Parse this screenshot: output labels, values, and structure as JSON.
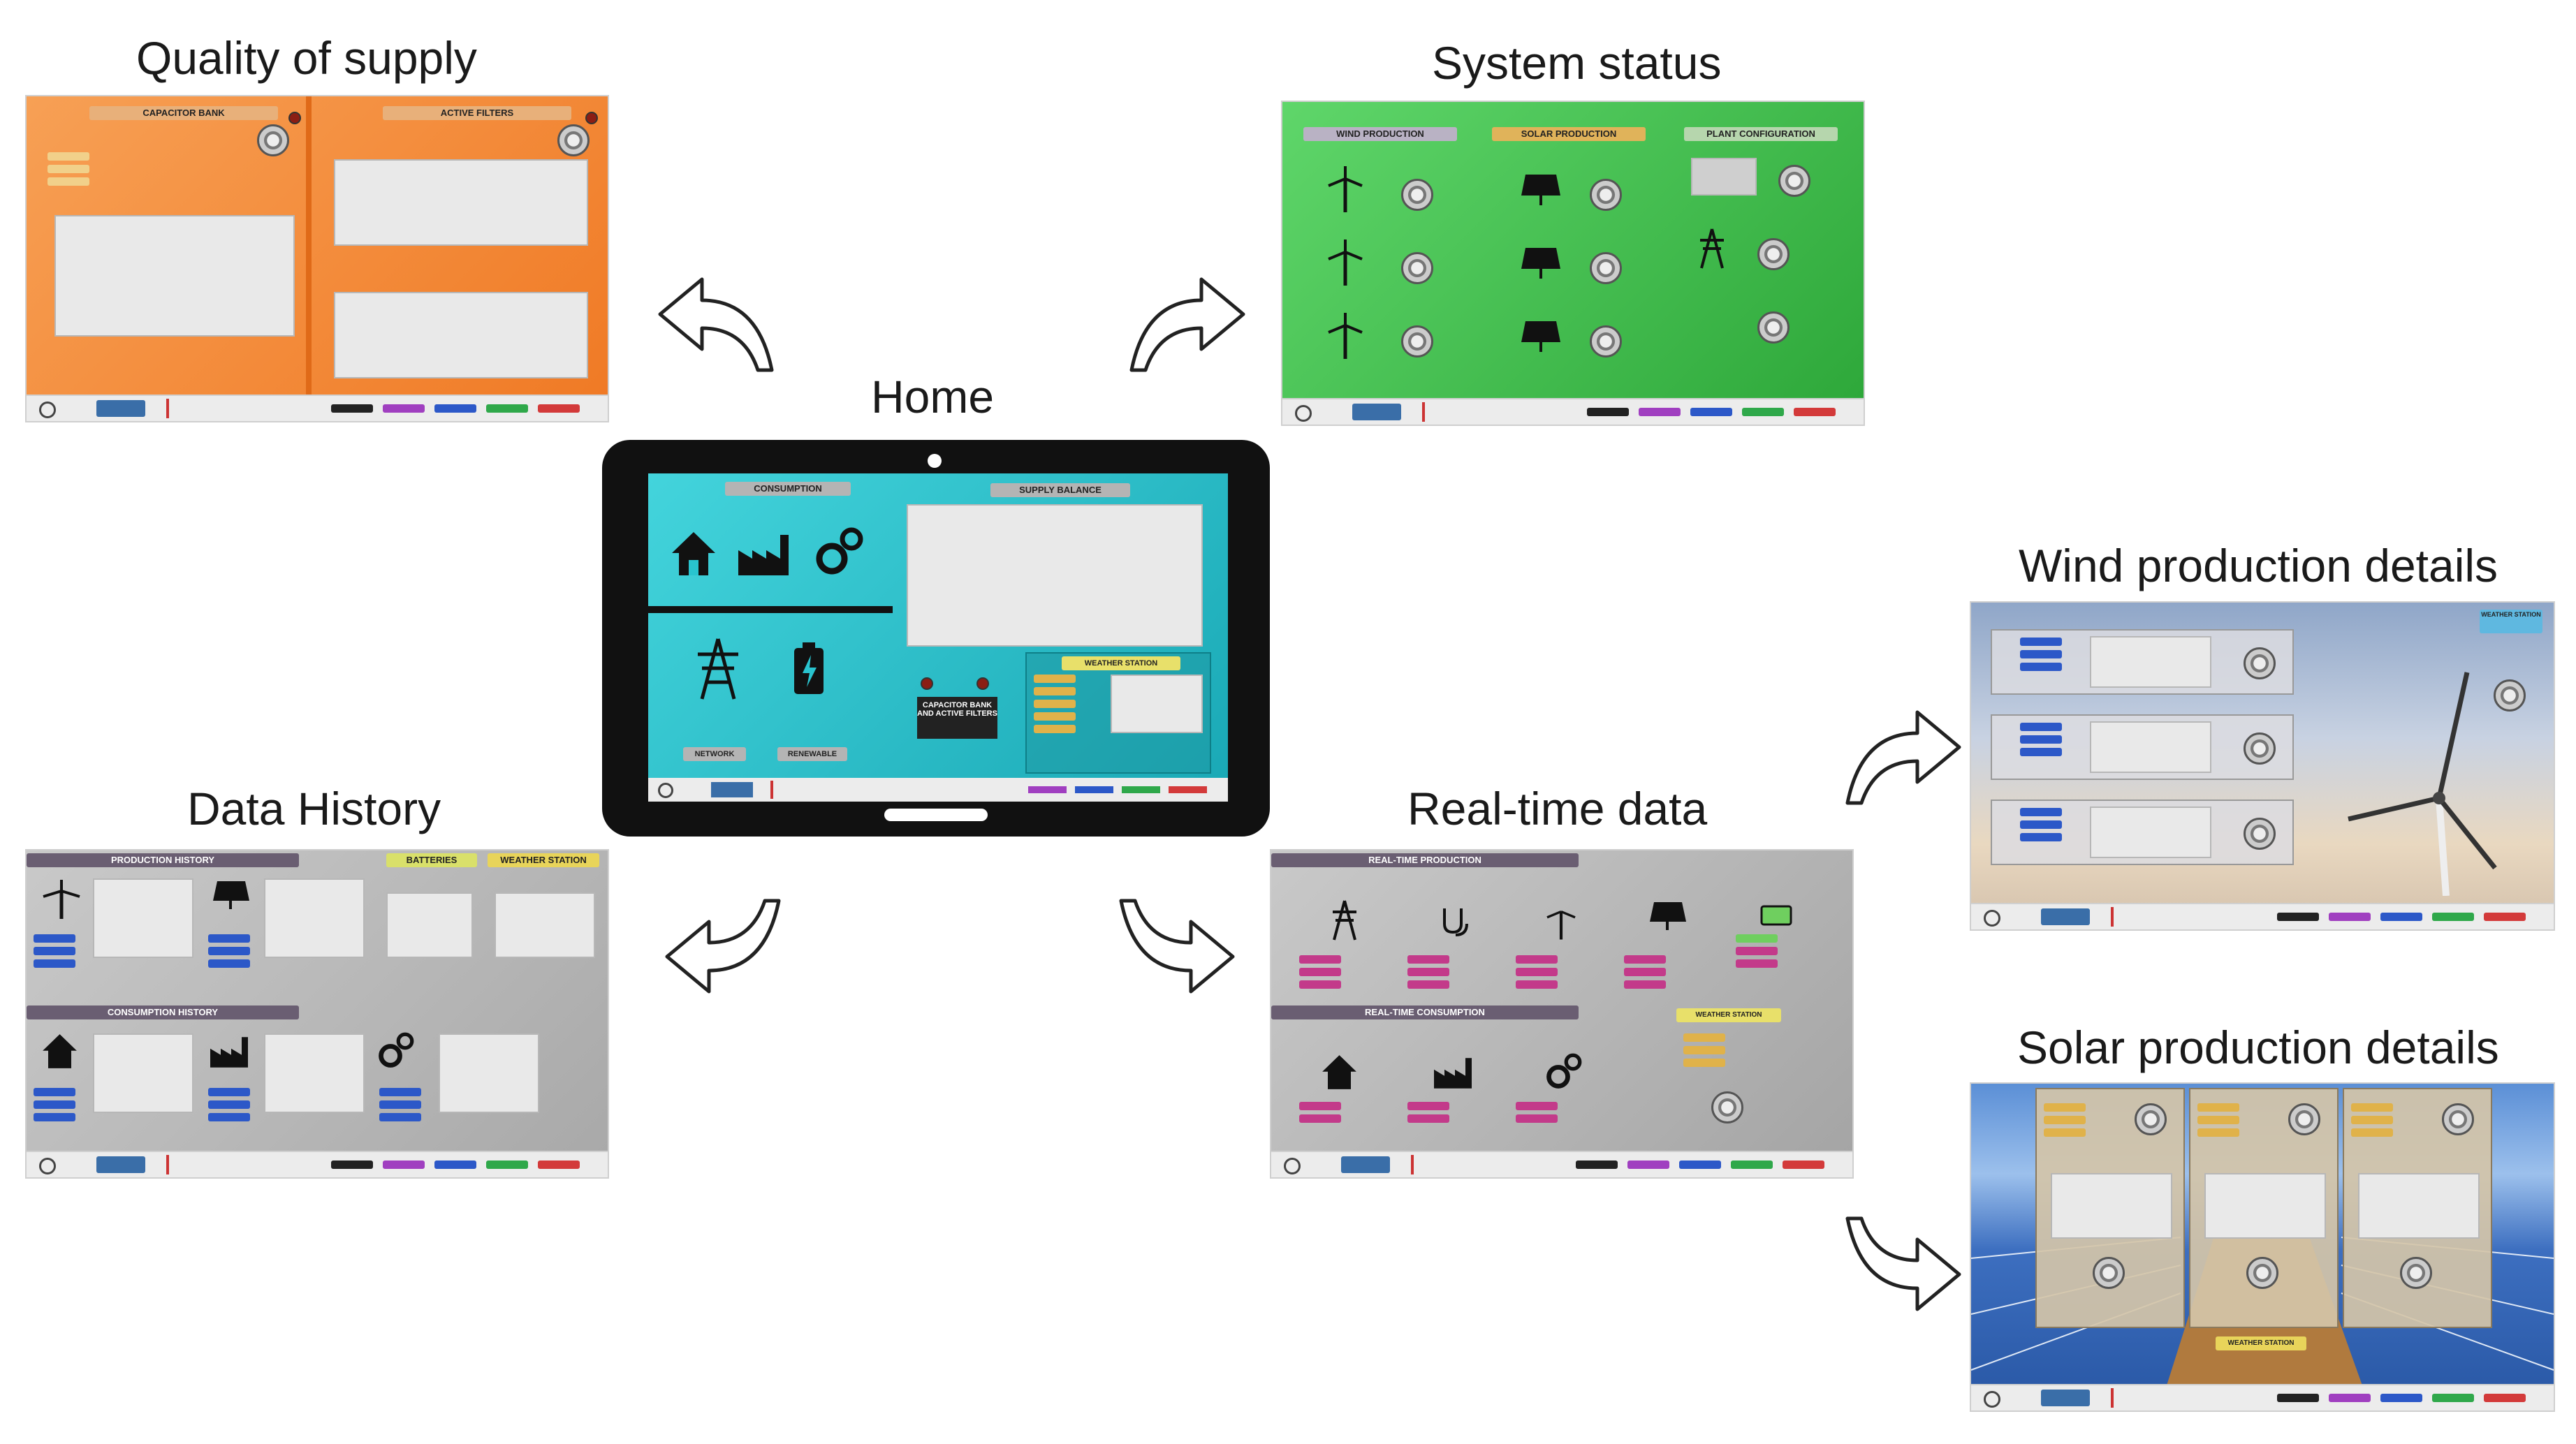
{
  "titles": {
    "quality": "Quality of supply",
    "system": "System status",
    "home": "Home",
    "wind": "Wind production details",
    "history": "Data History",
    "realtime": "Real-time data",
    "solar": "Solar production details"
  },
  "quality_panel": {
    "headers": [
      "CAPACITOR BANK",
      "ACTIVE FILTERS"
    ]
  },
  "system_panel": {
    "headers": [
      "WIND PRODUCTION",
      "SOLAR PRODUCTION",
      "PLANT CONFIGURATION"
    ]
  },
  "home_panel": {
    "consumption": "CONSUMPTION",
    "supply_balance": "SUPPLY BALANCE",
    "network": "NETWORK",
    "renewable": "RENEWABLE",
    "capacitor_box": "CAPACITOR BANK AND ACTIVE FILTERS",
    "weather": "WEATHER STATION"
  },
  "history_panel": {
    "headers": [
      "PRODUCTION HISTORY",
      "BATTERIES",
      "WEATHER STATION",
      "CONSUMPTION HISTORY"
    ]
  },
  "realtime_panel": {
    "headers": [
      "REAL-TIME PRODUCTION",
      "REAL-TIME CONSUMPTION",
      "WEATHER STATION"
    ]
  },
  "solar_panel": {
    "weather": "WEATHER STATION"
  },
  "wind_panel": {
    "weather": "WEATHER STATION"
  },
  "colors": {
    "orange": "#f5883a",
    "green": "#3fbf4a",
    "cyan": "#29c4cf",
    "grey": "#b9b9b9",
    "tablet": "#111111"
  },
  "footer_chips": [
    "#222222",
    "#a03fc0",
    "#2c58c8",
    "#2fa84a",
    "#d33a3a"
  ]
}
